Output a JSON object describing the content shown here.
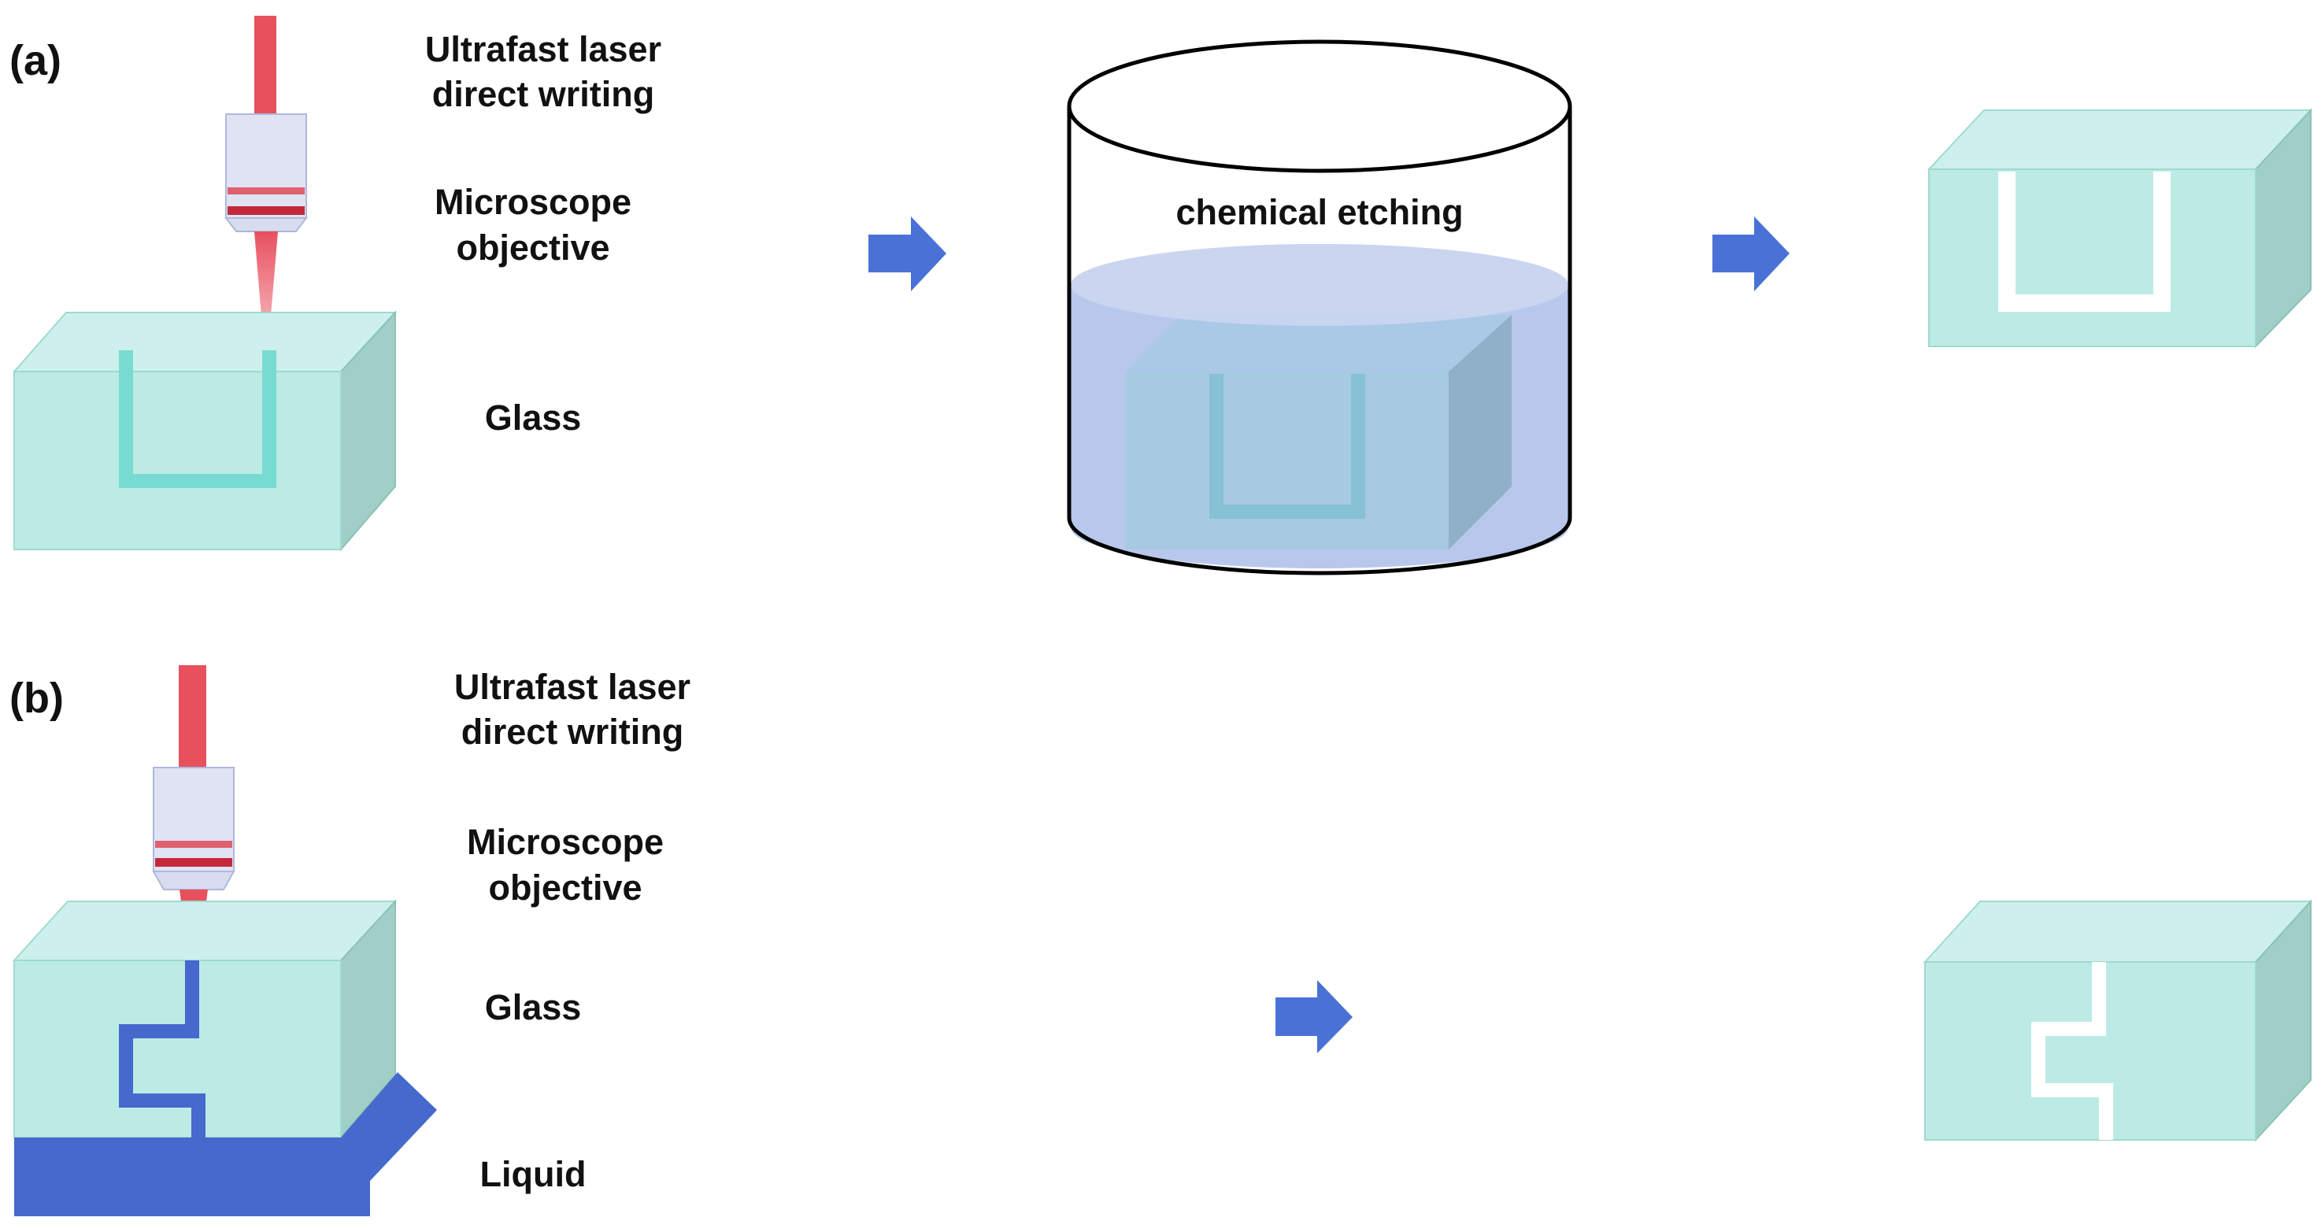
{
  "panel_a": {
    "label": "(a)",
    "laser_label_line1": "Ultrafast laser",
    "laser_label_line2": "direct writing",
    "objective_label_line1": "Microscope",
    "objective_label_line2": "objective",
    "glass_label": "Glass",
    "etching_label": "chemical etching"
  },
  "panel_b": {
    "label": "(b)",
    "laser_label_line1": "Ultrafast laser",
    "laser_label_line2": "direct writing",
    "objective_label_line1": "Microscope",
    "objective_label_line2": "objective",
    "glass_label": "Glass",
    "liquid_label": "Liquid"
  },
  "colors": {
    "laser": "#e8505e",
    "objective_body": "#dfe3f3",
    "objective_band": "#c4283a",
    "glass_front": "#bcebe5",
    "glass_top": "#cdf0ec",
    "glass_side": "#9fcfc6",
    "written_channel": "#78dbd2",
    "arrow": "#4a72d6",
    "liquid": "#4569cc",
    "etchant": "#b8c8ec"
  }
}
